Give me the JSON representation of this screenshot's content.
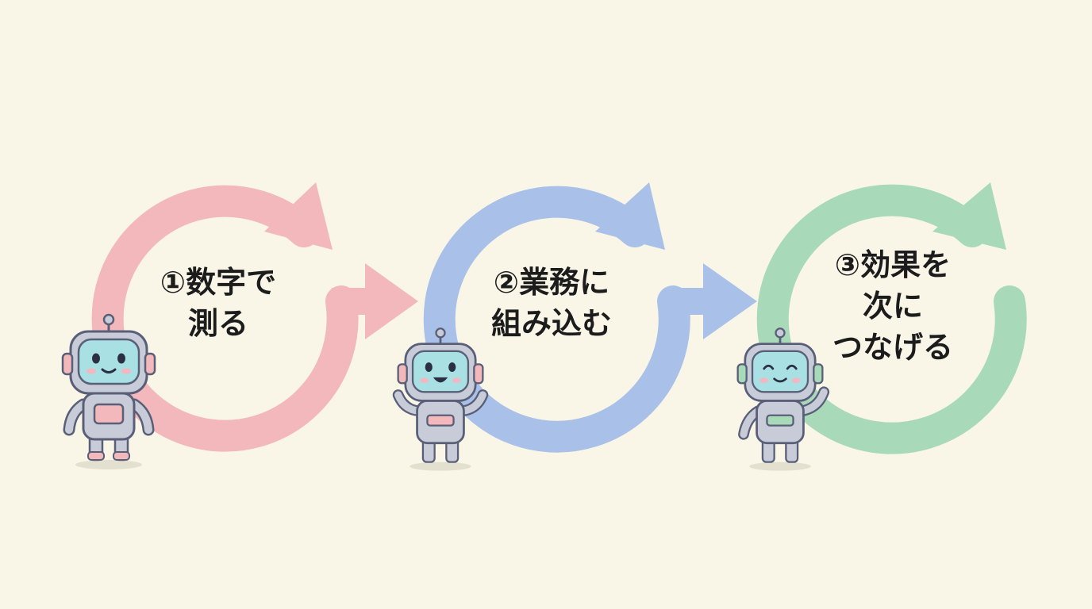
{
  "steps": [
    {
      "lines": [
        "①数字で",
        "測る"
      ],
      "color": "#f2b8bb",
      "robot_accent": "#f2b8bb"
    },
    {
      "lines": [
        "②業務に",
        "組み込む"
      ],
      "color": "#a9c1e8",
      "robot_accent": "#f2b8bb"
    },
    {
      "lines": [
        "③効果を",
        "次に",
        "つなげる"
      ],
      "color": "#a8d9b8",
      "robot_accent": "#a8d9b8"
    }
  ],
  "palette": {
    "background": "#f9f6e8",
    "robot_body": "#c8ccd8",
    "robot_screen": "#a8e0e4",
    "robot_outline": "#5a5f78"
  },
  "icons": [
    "cycle-arrow-icon",
    "forward-arrow-icon",
    "robot-icon"
  ]
}
